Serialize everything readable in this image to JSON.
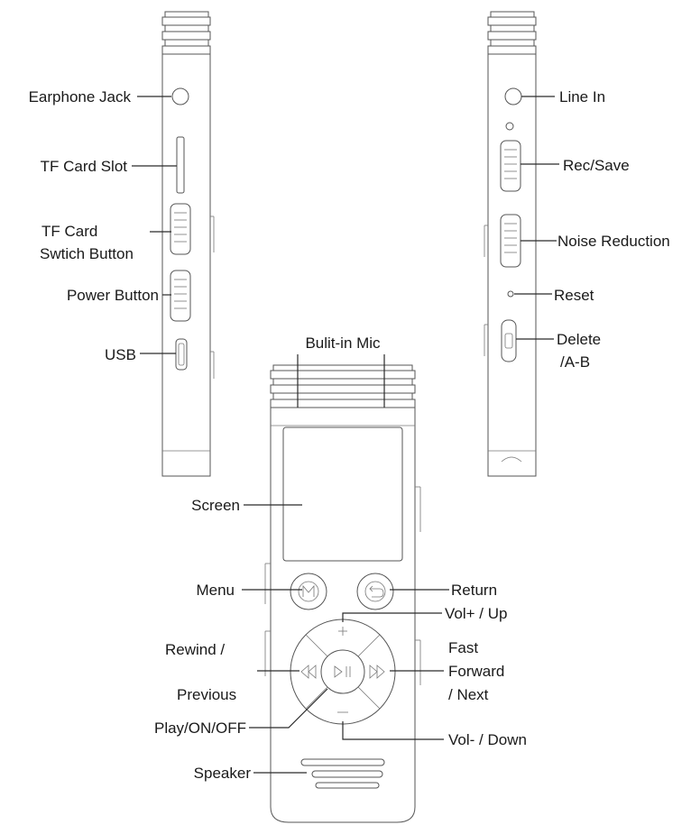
{
  "labels": {
    "earphone_jack": "Earphone Jack",
    "tf_card_slot": "TF Card Slot",
    "tf_card_switch_line1": "TF Card",
    "tf_card_switch_line2": "Swtich Button",
    "power_button": "Power Button",
    "usb": "USB",
    "line_in": "Line In",
    "rec_save": "Rec/Save",
    "noise_reduction": "Noise Reduction",
    "reset": "Reset",
    "delete_line1": "Delete",
    "delete_line2": "/A-B",
    "builtin_mic": "Bulit-in Mic",
    "screen": "Screen",
    "menu": "Menu",
    "return": "Return",
    "vol_up": "Vol+ / Up",
    "rewind_line1": "Rewind /",
    "rewind_line2": "Previous",
    "fast_forward_line1": "Fast",
    "fast_forward_line2": "Forward",
    "fast_forward_line3": "/ Next",
    "play_on_off": "Play/ON/OFF",
    "vol_down": "Vol- / Down",
    "speaker": "Speaker"
  },
  "colors": {
    "line": "#2a2a2a",
    "device_outline": "#555555",
    "text": "#1a1a1a"
  },
  "icons": [
    "menu-m-icon",
    "return-arrow-icon",
    "plus-icon",
    "minus-icon",
    "rewind-icon",
    "fast-forward-icon",
    "play-pause-icon"
  ]
}
